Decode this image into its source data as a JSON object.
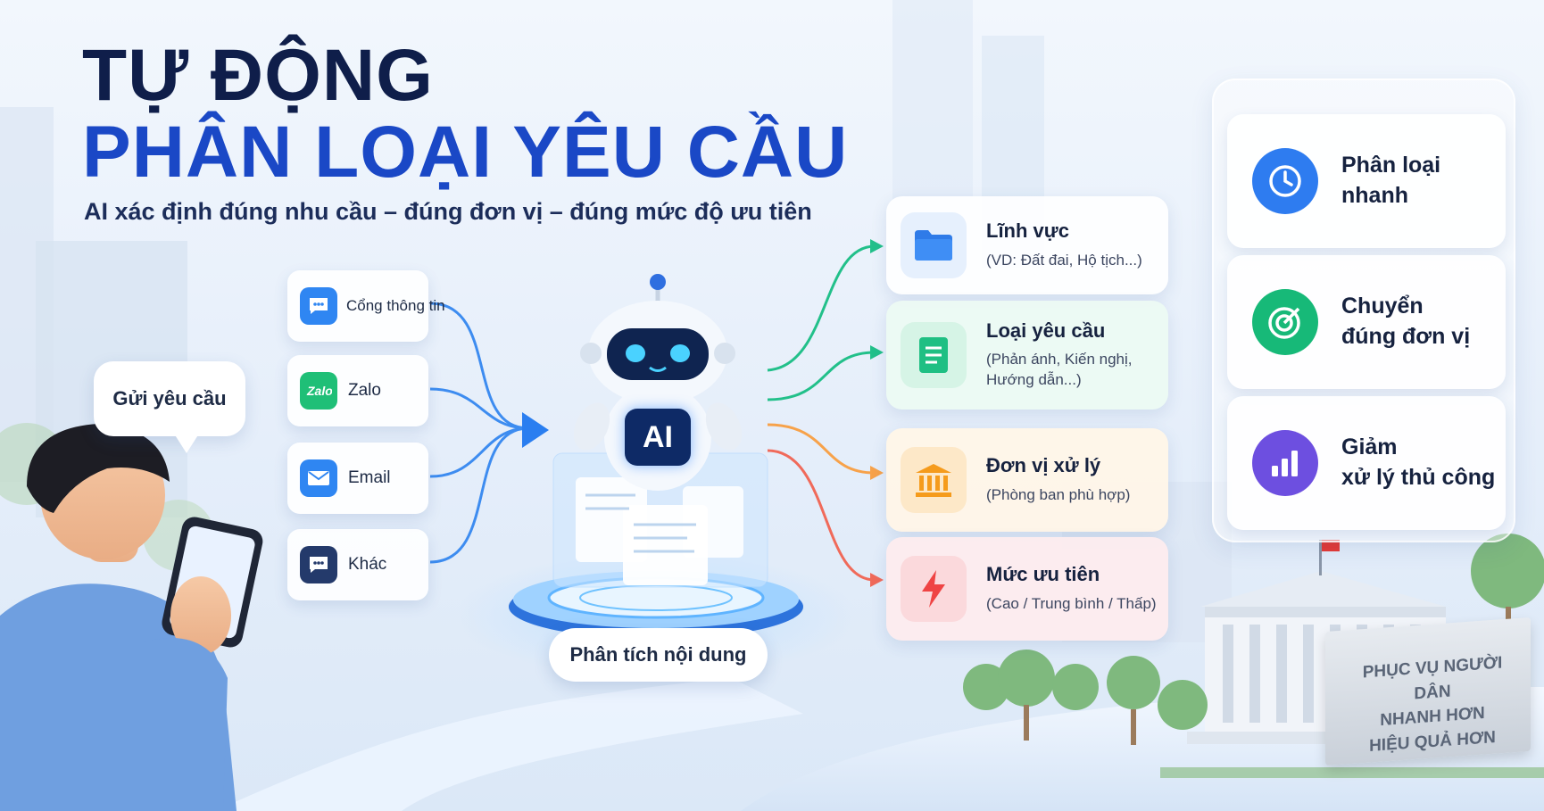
{
  "headline": {
    "line1": "TỰ ĐỘNG",
    "line2": "PHÂN LOẠI YÊU CẦU",
    "subtitle": "AI xác định đúng nhu cầu – đúng đơn vị – đúng mức độ ưu tiên"
  },
  "user": {
    "bubble": "Gửi yêu cầu"
  },
  "channels": [
    {
      "label": "Cổng thông tin",
      "icon": "chat-bubble-icon"
    },
    {
      "label": "Zalo",
      "icon": "zalo-icon"
    },
    {
      "label": "Email",
      "icon": "envelope-icon"
    },
    {
      "label": "Khác",
      "icon": "chat-dots-icon"
    }
  ],
  "robot": {
    "badge": "AI",
    "label": "Phân tích nội dung"
  },
  "categories": [
    {
      "title": "Lĩnh vực",
      "sub1": "(VD: Đất đai, Hộ tịch...)",
      "sub2": "",
      "icon": "folder-icon",
      "color": "#2f7be8"
    },
    {
      "title": "Loại yêu cầu",
      "sub1": "(Phản ánh, Kiến nghị,",
      "sub2": "Hướng dẫn...)",
      "icon": "document-icon",
      "color": "#1fbf83"
    },
    {
      "title": "Đơn vị xử lý",
      "sub1": "(Phòng ban phù hợp)",
      "sub2": "",
      "icon": "building-icon",
      "color": "#f59b1c"
    },
    {
      "title": "Mức ưu tiên",
      "sub1": "(Cao / Trung bình / Thấp)",
      "sub2": "",
      "icon": "lightning-icon",
      "color": "#ef4444"
    }
  ],
  "benefits": [
    {
      "line1": "Phân loại",
      "line2": "nhanh",
      "icon": "clock-icon",
      "color": "#2e7cf0"
    },
    {
      "line1": "Chuyển",
      "line2": "đúng đơn vị",
      "icon": "target-icon",
      "color": "#17b978"
    },
    {
      "line1": "Giảm",
      "line2": "xử lý thủ công",
      "icon": "bar-chart-icon",
      "color": "#6d4fe0"
    }
  ],
  "sign": {
    "line1": "PHỤC VỤ NGƯỜI DÂN",
    "line2": "NHANH HƠN",
    "line3": "HIỆU QUẢ HƠN"
  },
  "colors": {
    "title_dark": "#0f1e4a",
    "title_blue": "#1a48c6",
    "flow_blue": "#3d8cf0",
    "flow_green": "#22c08a",
    "flow_orange": "#f7a24a",
    "flow_red": "#f06a5a"
  }
}
